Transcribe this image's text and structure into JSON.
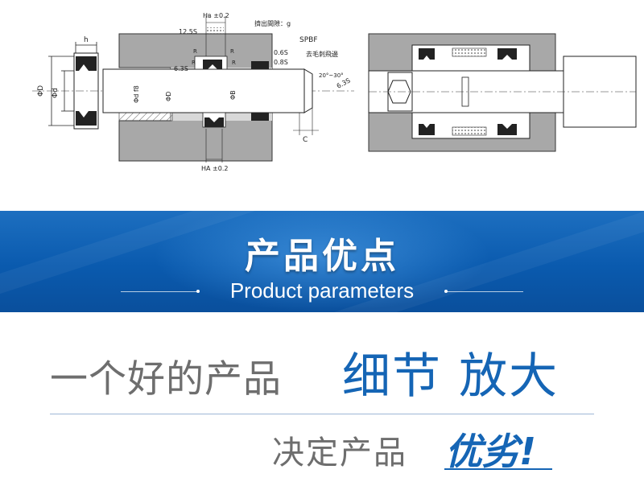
{
  "drawing": {
    "label_hb": "Hв ±0.2",
    "label_ha": "HA ±0.2",
    "label_12_5s": "12.5S",
    "label_gap": "擠出間隙：g",
    "label_spbf": "SPBF",
    "label_0_6s": "0.6S",
    "label_0_8s": "0.8S",
    "label_deburr": "去毛刺飛邊",
    "label_angle": "20°~30°",
    "label_6_3s_a": "6.3S",
    "label_6_3s_b": "6.3S",
    "label_r1": "R",
    "label_r2": "R",
    "label_r3": "R",
    "label_r4": "R",
    "label_phi_d_big": "ΦD",
    "label_phi_d_small": "Φd",
    "label_phi_d_f8": "Φd f8",
    "label_phi_d_tol": "ΦD",
    "label_phi_b": "ΦB",
    "label_h": "h",
    "label_c": "C"
  },
  "banner": {
    "title": "产品优点",
    "subtitle": "Product parameters"
  },
  "slogan": {
    "line1_gray": "一个好的产品",
    "line1_blue": "细节 放大",
    "line2_gray": "决定产品",
    "line2_blue": "优劣!"
  },
  "colors": {
    "banner_blue": "#0a5aae",
    "accent_blue": "#1565b5",
    "gray_text": "#6e6e6e",
    "metal_gray": "#a8a8a8"
  }
}
